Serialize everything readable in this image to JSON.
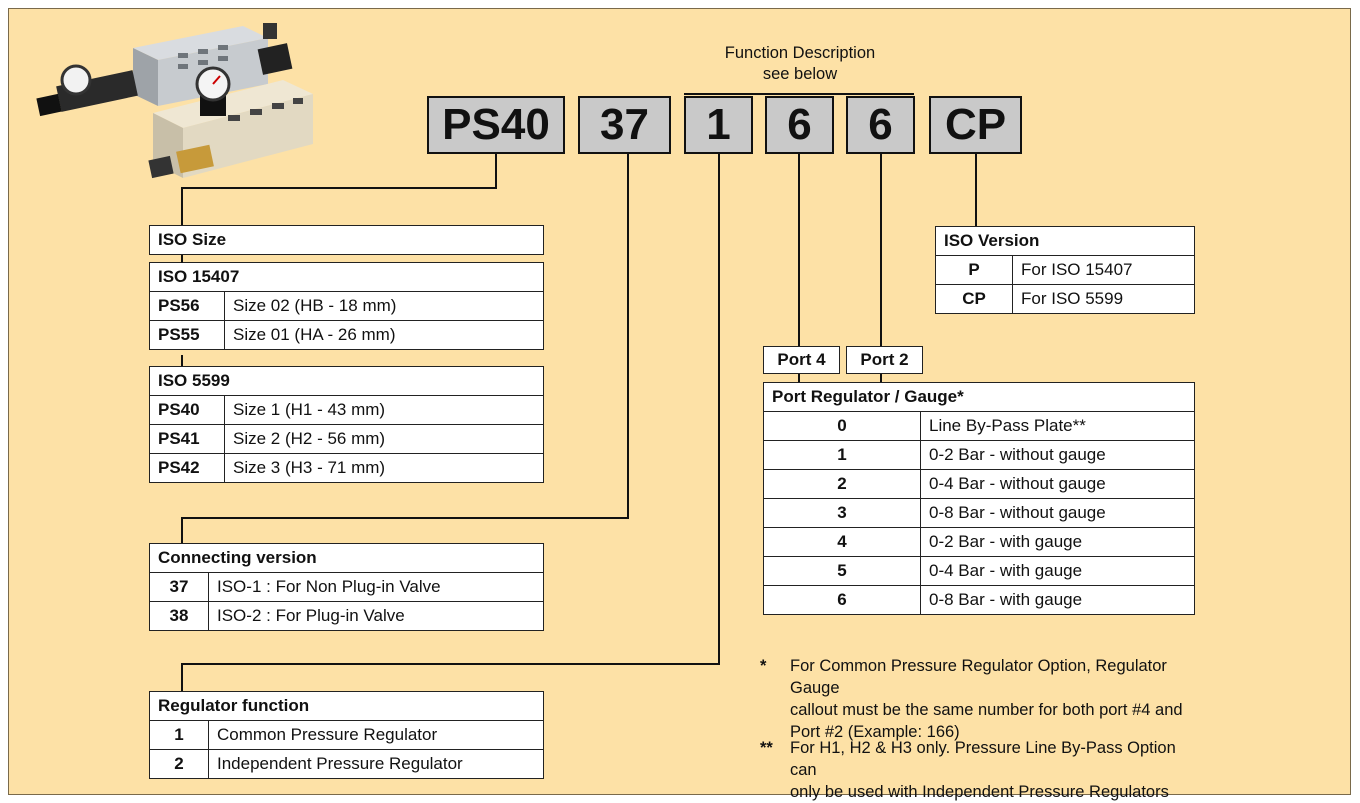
{
  "header": {
    "function_line1": "Function Description",
    "function_line2": "see below"
  },
  "code_boxes": [
    "PS40",
    "37",
    "1",
    "6",
    "6",
    "CP"
  ],
  "iso_size": {
    "title": "ISO Size",
    "group1_title": "ISO 15407",
    "group1_rows": [
      {
        "code": "PS56",
        "desc": "Size 02 (HB - 18 mm)"
      },
      {
        "code": "PS55",
        "desc": "Size 01 (HA - 26 mm)"
      }
    ],
    "group2_title": "ISO 5599",
    "group2_rows": [
      {
        "code": "PS40",
        "desc": "Size 1 (H1 - 43 mm)"
      },
      {
        "code": "PS41",
        "desc": "Size 2 (H2 - 56 mm)"
      },
      {
        "code": "PS42",
        "desc": "Size 3 (H3 - 71 mm)"
      }
    ]
  },
  "connecting_version": {
    "title": "Connecting version",
    "rows": [
      {
        "code": "37",
        "desc": "ISO-1 : For Non Plug-in Valve"
      },
      {
        "code": "38",
        "desc": "ISO-2 : For Plug-in Valve"
      }
    ]
  },
  "regulator_function": {
    "title": "Regulator function",
    "rows": [
      {
        "code": "1",
        "desc": "Common Pressure Regulator"
      },
      {
        "code": "2",
        "desc": "Independent Pressure Regulator"
      }
    ]
  },
  "iso_version": {
    "title": "ISO Version",
    "rows": [
      {
        "code": "P",
        "desc": "For ISO 15407"
      },
      {
        "code": "CP",
        "desc": "For ISO 5599"
      }
    ]
  },
  "ports": {
    "port4": "Port 4",
    "port2": "Port 2"
  },
  "port_regulator": {
    "title": "Port Regulator / Gauge*",
    "rows": [
      {
        "code": "0",
        "desc": "Line By-Pass Plate**"
      },
      {
        "code": "1",
        "desc": "0-2 Bar - without gauge"
      },
      {
        "code": "2",
        "desc": "0-4 Bar - without gauge"
      },
      {
        "code": "3",
        "desc": "0-8 Bar - without gauge"
      },
      {
        "code": "4",
        "desc": "0-2 Bar - with gauge"
      },
      {
        "code": "5",
        "desc": "0-4 Bar - with gauge"
      },
      {
        "code": "6",
        "desc": "0-8 Bar - with gauge"
      }
    ]
  },
  "notes": [
    {
      "mark": "*",
      "lines": [
        "For Common Pressure Regulator Option, Regulator Gauge",
        "callout must be the same number for both port #4 and",
        "Port #2 (Example: 166)"
      ]
    },
    {
      "mark": "**",
      "lines": [
        "For H1, H2 & H3 only. Pressure Line By-Pass Option can",
        "only be used with Independent Pressure Regulators"
      ]
    }
  ],
  "colors": {
    "panel_bg": "#fde1a6",
    "code_box_bg": "#c9c9c9"
  }
}
